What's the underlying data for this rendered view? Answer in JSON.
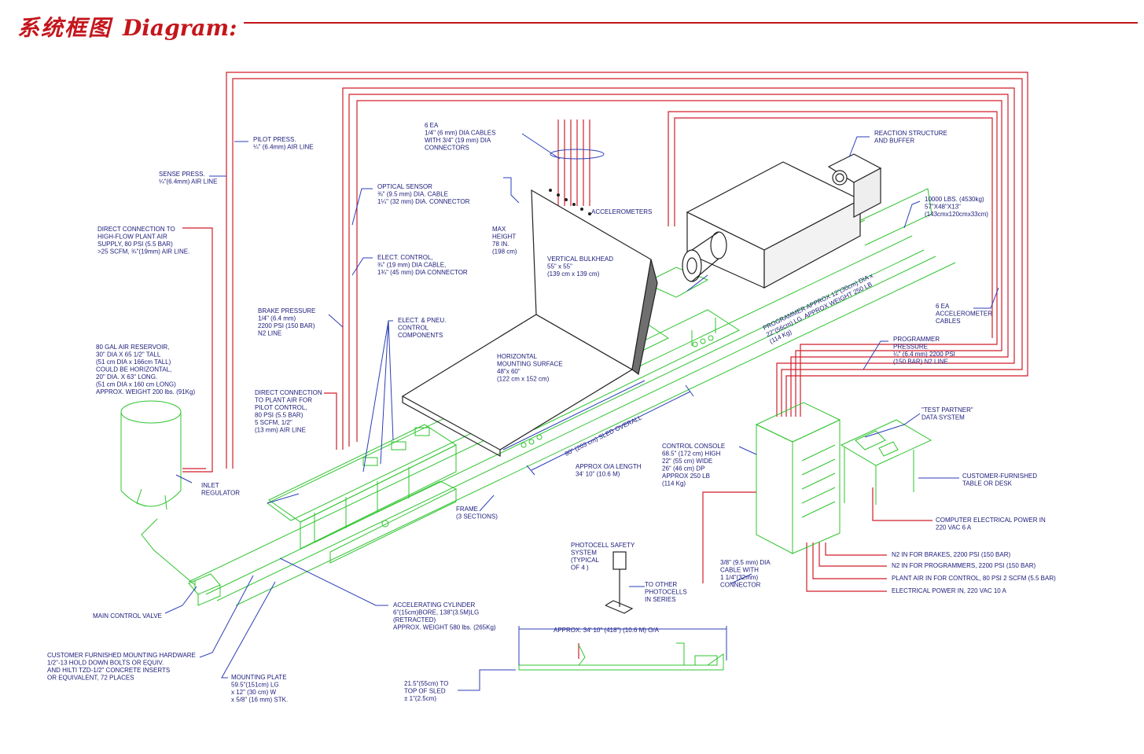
{
  "header": {
    "title_cn": "系统框图",
    "title_en": "Diagram:"
  },
  "colors": {
    "accent": "#c4161c",
    "equipment": "#2fc42f",
    "air_lines": "#d01f2a",
    "annotation": "#1a1a7a",
    "leader": "#2b3fb8"
  },
  "labels": {
    "pilot_press": [
      "PILOT PRESS.",
      "¼\" (6.4mm) AIR LINE"
    ],
    "sense_press": [
      "SENSE PRESS.",
      "¼\"(6.4mm) AIR LINE"
    ],
    "direct_connection_plant": [
      "DIRECT CONNECTION TO",
      "HIGH-FLOW PLANT AIR",
      "SUPPLY, 80 PSI (5.5 BAR)",
      ">25 SCFM, ¾\"(19mm) AIR LINE."
    ],
    "air_reservoir": [
      "80 GAL AIR RESERVOIR,",
      "30\" DIA X 65 1/2\" TALL",
      "(51 cm DIA x 166cm TALL)",
      "COULD BE HORIZONTAL,",
      "20\" DIA. X 63\" LONG.",
      "(51 cm DIA x 160 cm LONG)",
      "APPROX. WEIGHT 200 lbs. (91Kg)"
    ],
    "inlet_regulator": [
      "INLET",
      "REGULATOR"
    ],
    "main_control_valve": "MAIN CONTROL VALVE",
    "mounting_hardware": [
      "CUSTOMER FURNISHED MOUNTING HARDWARE",
      "1/2\"-13 HOLD DOWN BOLTS OR EQUIV.",
      "AND HILTI TZD-1/2\" CONCRETE INSERTS",
      "OR EQUIVALENT, 72 PLACES"
    ],
    "mounting_plate": [
      "MOUNTING PLATE",
      "59.5\"(151cm) LG",
      "x 12\" (30 cm) W",
      "x 5/8\" (16 mm) STK."
    ],
    "accelerometer_cables_6ea": [
      "6 EA",
      "1/4\" (6 mm) DIA CABLES",
      "WITH 3/4\" (19 mm) DIA",
      "CONNECTORS"
    ],
    "optical_sensor": [
      "OPTICAL SENSOR",
      "⅜\" (9.5 mm) DIA. CABLE",
      "1¼\" (32 mm) DIA. CONNECTOR"
    ],
    "elect_control": [
      "ELECT. CONTROL,",
      "¾\" (19 mm) DIA CABLE,",
      "1¾\" (45 mm) DIA CONNECTOR"
    ],
    "brake_pressure": [
      "BRAKE PRESSURE",
      "1/4\" (6.4 mm)",
      "2200 PSI (150 BAR)",
      "N2 LINE"
    ],
    "elect_pneu": [
      "ELECT. & PNEU.",
      "CONTROL",
      "COMPONENTS"
    ],
    "direct_connection_pilot": [
      "DIRECT CONNECTION",
      "TO PLANT AIR FOR",
      "PILOT CONTROL,",
      "80 PSI (5.5 BAR)",
      "5 SCFM, 1/2\"",
      "(13 mm) AIR LINE"
    ],
    "max_height": [
      "MAX",
      "HEIGHT",
      "78 IN.",
      "(198 cm)"
    ],
    "accelerometers": "ACCELEROMETERS",
    "vertical_bulkhead": [
      "VERTICAL BULKHEAD",
      "55\" x 55\"",
      "(139 cm x 139 cm)"
    ],
    "horizontal_mounting": [
      "HORIZONTAL",
      "MOUNTING SURFACE",
      "48\"x 60\"",
      "(122 cm x 152 cm)"
    ],
    "sled_overall": "80\" (203 cm) SLED OVERALL",
    "approx_length": [
      "APPROX O/A LENGTH",
      "34' 10\" (10.6 M)"
    ],
    "frame": [
      "FRAME",
      "(3 SECTIONS)"
    ],
    "accelerating_cylinder": [
      "ACCELERATING CYLINDER",
      "6\"(15cm)BORE, 138\"(3.5M)LG",
      "(RETRACTED)",
      "APPROX. WEIGHT 580 lbs. (265Kg)"
    ],
    "reaction_structure": [
      "REACTION STRUCTURE",
      "AND BUFFER"
    ],
    "reaction_mass": [
      "10000 LBS. (4530kg)",
      "57\"X48\"X13\"",
      "(143cmx120cmx33cm)"
    ],
    "programmer": [
      "PROGRAMMER APPROX 12\"(30cm) DIA x",
      "22\"(56cm) LG. APPROX WEIGHT 250 LB",
      "(114 Kg)"
    ],
    "accelerometer_cables": [
      "6 EA",
      "ACCELEROMETER",
      "CABLES"
    ],
    "programmer_pressure": [
      "PROGRAMMER",
      "PRESSURE",
      "¼\" (6.4 mm) 2200 PSI",
      "(150 BAR) N2 LINE"
    ],
    "test_partner": [
      "\"TEST PARTNER\"",
      "DATA SYSTEM"
    ],
    "control_console": [
      "CONTROL CONSOLE",
      "68.5\" (172 cm) HIGH",
      "22\" (55 cm) WIDE",
      "26\" (46 cm) DP",
      "APPROX 250 LB",
      "(114 Kg)"
    ],
    "customer_table": [
      "CUSTOMER-FURNISHED",
      "TABLE OR DESK"
    ],
    "computer_power": [
      "COMPUTER ELECTRICAL POWER IN",
      "220 VAC 6 A"
    ],
    "n2_brakes": "N2 IN FOR BRAKES, 2200 PSI (150 BAR)",
    "n2_programmers": "N2 IN FOR PROGRAMMERS, 2200 PSI (150 BAR)",
    "plant_air": "PLANT AIR IN FOR CONTROL, 80 PSI 2 SCFM (5.5 BAR)",
    "electrical_power": "ELECTRICAL POWER IN, 220 VAC 10 A",
    "photocell": [
      "PHOTOCELL SAFETY",
      "SYSTEM",
      "(TYPICAL",
      "OF 4 )"
    ],
    "other_photocells": [
      "TO OTHER",
      "PHOTOCELLS",
      "IN SERIES"
    ],
    "cable_connector": [
      "3/8\" (9.5 mm) DIA",
      "CABLE WITH",
      "1 1/4\"(32mm)",
      "CONNECTOR"
    ],
    "side_view_length": "APPROX. 34' 10\" (418\") (10.6 M) O/A",
    "sled_top": [
      "21.5\"(55cm) TO",
      "TOP OF SLED",
      "± 1\"(2.5cm)"
    ]
  }
}
